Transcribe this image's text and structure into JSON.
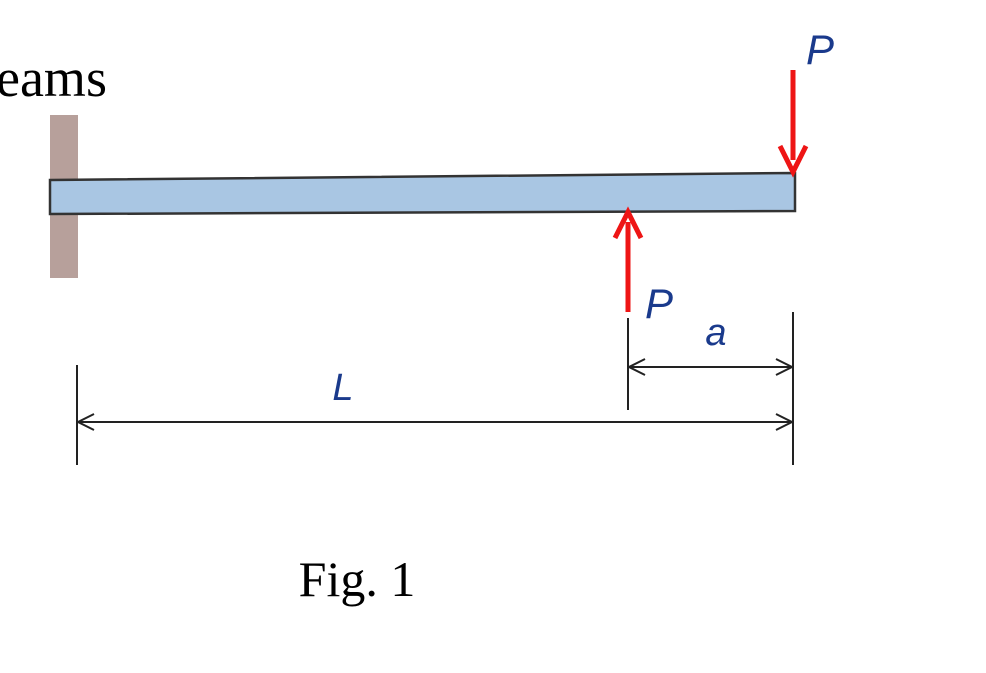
{
  "heading_fragment": "eams",
  "figure": {
    "caption": "Fig. 1",
    "load_top_label": "P",
    "load_bottom_label": "P",
    "dimension_a_label": "a",
    "dimension_L_label": "L"
  },
  "colors": {
    "beam_fill": "#a9c6e3",
    "wall": "#b7a09b",
    "force": "#ee1515",
    "label": "#1a3a8c"
  }
}
